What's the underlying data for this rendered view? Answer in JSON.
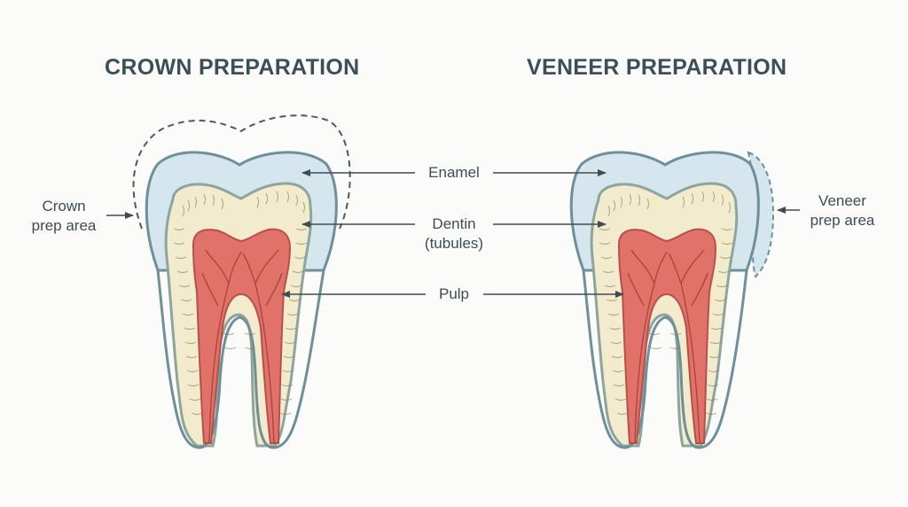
{
  "titles": {
    "crown": "CROWN PREPARATION",
    "veneer": "VENEER PREPARATION"
  },
  "labels": {
    "enamel": "Enamel",
    "dentin_line1": "Dentin",
    "dentin_line2": "(tubules)",
    "pulp": "Pulp",
    "crown_prep_line1": "Crown",
    "crown_prep_line2": "prep area",
    "veneer_prep_line1": "Veneer",
    "veneer_prep_line2": "prep area"
  },
  "colors": {
    "enamel": "#d5e6ef",
    "dentin": "#f3ebcd",
    "pulp": "#e0726a",
    "outline": "#6f8f99",
    "text": "#3e4d54",
    "title": "#3c4f56"
  }
}
